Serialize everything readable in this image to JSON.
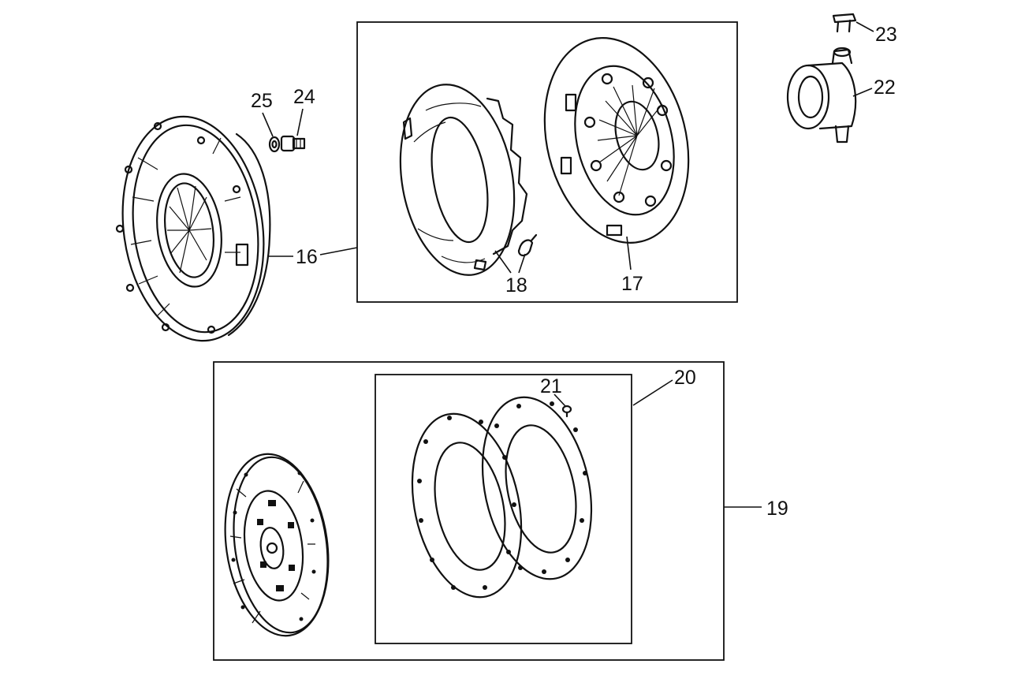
{
  "parts": {
    "p16": "16",
    "p17": "17",
    "p18": "18",
    "p19": "19",
    "p20": "20",
    "p21": "21",
    "p22": "22",
    "p23": "23",
    "p24": "24",
    "p25": "25"
  },
  "colors": {
    "ink": "#111111",
    "paper": "#ffffff"
  }
}
